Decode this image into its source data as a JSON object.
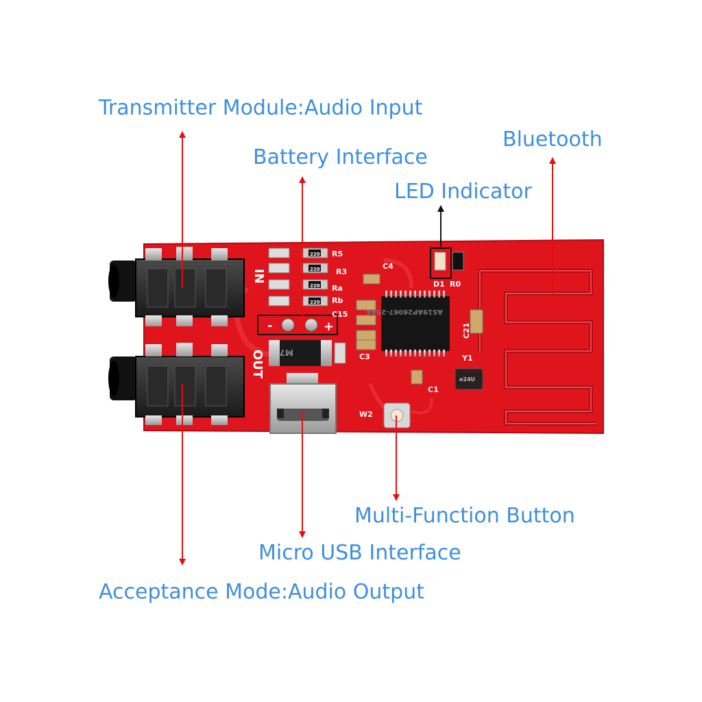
{
  "labels": {
    "transmitter": "Transmitter Module:Audio Input",
    "battery": "Battery Interface",
    "led": "LED Indicator",
    "bluetooth": "Bluetooth",
    "button": "Multi-Function Button",
    "usb": "Micro USB Interface",
    "acceptance": "Acceptance Mode:Audio Output"
  },
  "silkscreen": {
    "in": "IN",
    "out": "OUT",
    "r5": "R5",
    "r3": "R3",
    "ra": "Ra",
    "rb": "Rb",
    "c4": "C4",
    "c15": "C15",
    "c3": "C3",
    "c21": "C21",
    "c1": "C1",
    "y1": "Y1",
    "w2": "W2",
    "d1": "D1",
    "r0": "R0",
    "minus": "-",
    "plus": "+",
    "m7": "M7",
    "chip": "AS19AP26067-25A4",
    "crystal": "e24U",
    "res_220": "220"
  },
  "colors": {
    "callout_text": "#3d8fe0",
    "arrow": "#e01010",
    "pcb": "#e0141c",
    "led_arrow": "#111111"
  }
}
